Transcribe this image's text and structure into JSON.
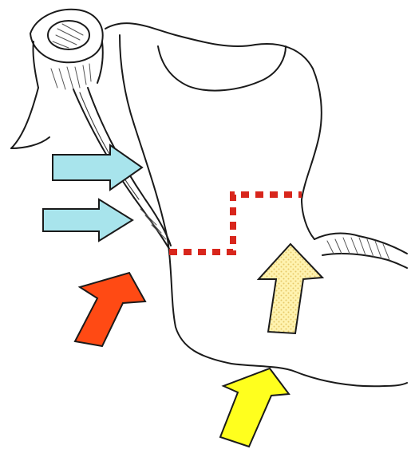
{
  "figure": {
    "colors": {
      "background": "#ffffff",
      "outline": "#1a1a1a",
      "arrow_light_blue": "#a8e4ec",
      "arrow_red": "#ff4a14",
      "arrow_yellow": "#ffff1e",
      "arrow_pale_yellow_dotted": "#fff1a8",
      "dashed_boundary": "#d8261c"
    },
    "elements": [
      "anatomical-line-drawing",
      "light-blue-arrow-upper",
      "light-blue-arrow-lower",
      "red-arrow",
      "yellow-arrow",
      "pale-yellow-dotted-arrow",
      "red-dashed-boundary"
    ]
  }
}
